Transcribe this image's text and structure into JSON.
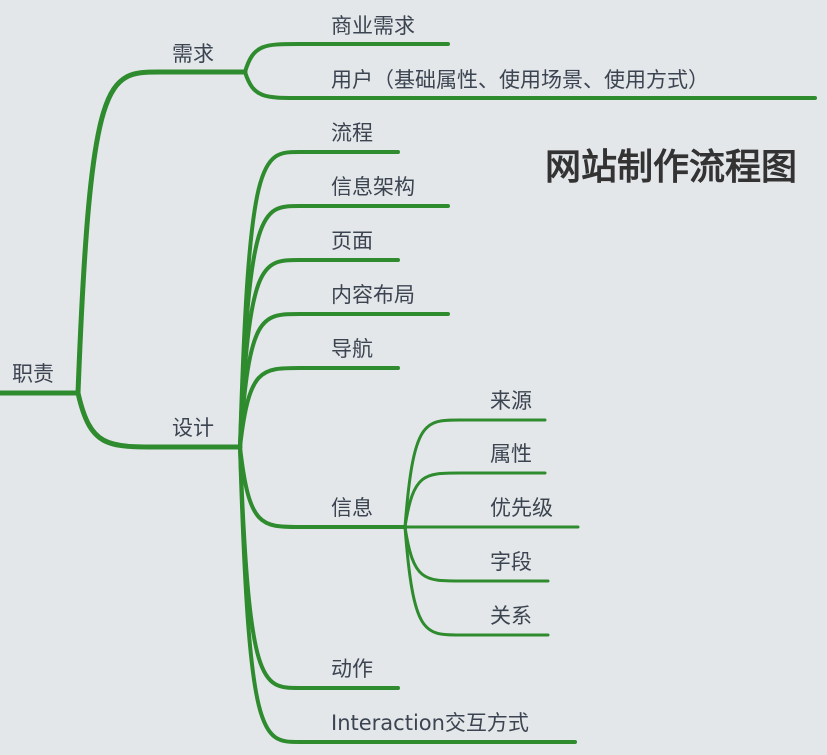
{
  "title": "网站制作流程图",
  "colors": {
    "branch": "#2e8b2e",
    "text": "#3b4450",
    "background": "#e4e7ea"
  },
  "root": "职责",
  "nodes": {
    "need": "需求",
    "need_business": "商业需求",
    "need_user": "用户（基础属性、使用场景、使用方式）",
    "design": "设计",
    "flow": "流程",
    "ia": "信息架构",
    "page": "页面",
    "layout": "内容布局",
    "nav": "导航",
    "info": "信息",
    "info_source": "来源",
    "info_attr": "属性",
    "info_priority": "优先级",
    "info_field": "字段",
    "info_relation": "关系",
    "action": "动作",
    "interaction": "Interaction交互方式"
  }
}
